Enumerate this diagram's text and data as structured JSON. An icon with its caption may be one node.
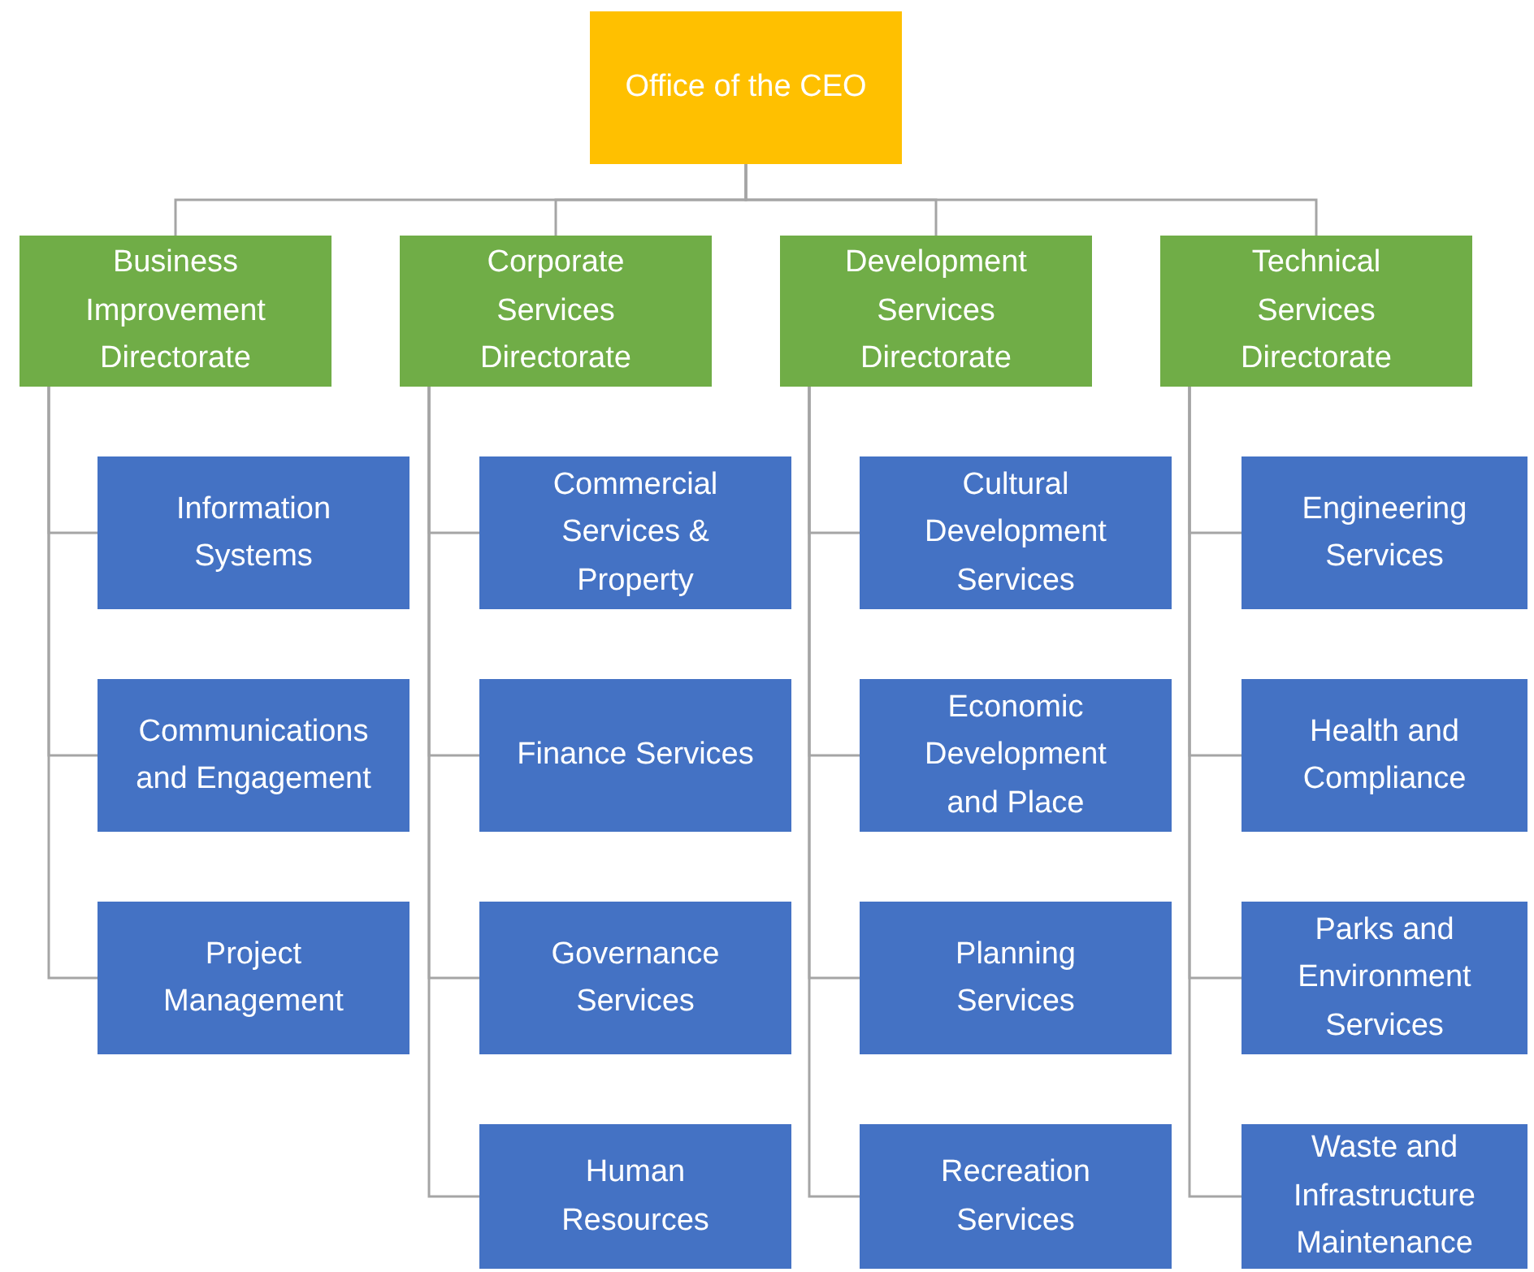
{
  "diagram": {
    "nodes": [
      {
        "text": [
          "Office of the CEO"
        ]
      },
      {
        "text": [
          "Business Improvement Directorate"
        ]
      },
      {
        "text": [
          "Corporate Services Directorate"
        ]
      },
      {
        "text": [
          "Development Services Directorate"
        ]
      },
      {
        "text": [
          "Technical Services Directorate"
        ]
      },
      {
        "text": [
          "Information Systems"
        ]
      },
      {
        "text": [
          "Communications and Engagement"
        ]
      },
      {
        "text": [
          "Project Management"
        ]
      },
      {
        "text": [
          "Commercial Services & Property"
        ]
      },
      {
        "text": [
          "Finance Services"
        ]
      },
      {
        "text": [
          "Governance Services"
        ]
      },
      {
        "text": [
          "Human Resources"
        ]
      },
      {
        "text": [
          "Cultural Development Services"
        ]
      },
      {
        "text": [
          "Economic Development and Place"
        ]
      },
      {
        "text": [
          "Planning Services"
        ]
      },
      {
        "text": [
          "Recreation Services"
        ]
      },
      {
        "text": [
          "Engineering Services"
        ]
      },
      {
        "text": [
          "Health and Compliance"
        ]
      },
      {
        "text": [
          "Parks and Environment Services"
        ]
      },
      {
        "text": [
          "Waste and Infrastructure Maintenance"
        ]
      }
    ],
    "edges": [
      {
        "from": 0,
        "to": 1,
        "arrow": "none"
      },
      {
        "from": 0,
        "to": 2,
        "arrow": "none"
      },
      {
        "from": 0,
        "to": 3,
        "arrow": "none"
      },
      {
        "from": 0,
        "to": 4,
        "arrow": "none"
      },
      {
        "from": 1,
        "to": 5,
        "arrow": "none"
      },
      {
        "from": 1,
        "to": 6,
        "arrow": "none"
      },
      {
        "from": 1,
        "to": 7,
        "arrow": "none"
      },
      {
        "from": 2,
        "to": 8,
        "arrow": "none"
      },
      {
        "from": 2,
        "to": 9,
        "arrow": "none"
      },
      {
        "from": 2,
        "to": 10,
        "arrow": "none"
      },
      {
        "from": 2,
        "to": 11,
        "arrow": "none"
      },
      {
        "from": 3,
        "to": 12,
        "arrow": "none"
      },
      {
        "from": 3,
        "to": 13,
        "arrow": "none"
      },
      {
        "from": 3,
        "to": 14,
        "arrow": "none"
      },
      {
        "from": 3,
        "to": 15,
        "arrow": "none"
      },
      {
        "from": 4,
        "to": 16,
        "arrow": "none"
      },
      {
        "from": 4,
        "to": 17,
        "arrow": "none"
      },
      {
        "from": 4,
        "to": 18,
        "arrow": "none"
      },
      {
        "from": 4,
        "to": 19,
        "arrow": "none"
      }
    ]
  }
}
